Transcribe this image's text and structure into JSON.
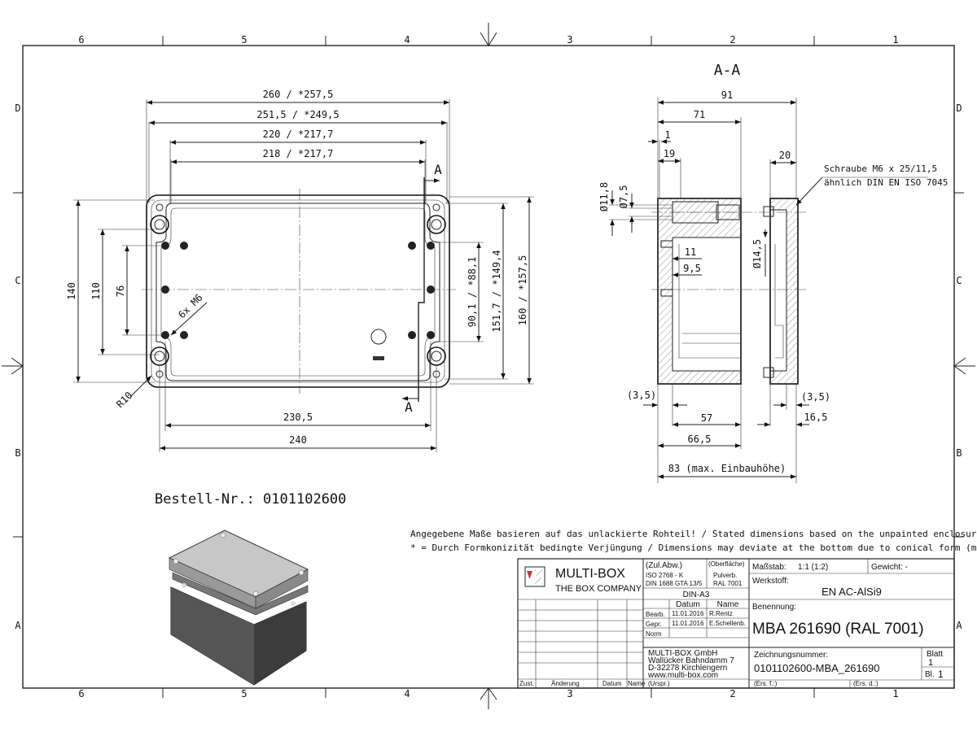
{
  "border": {
    "col_labels": [
      "6",
      "5",
      "4",
      "3",
      "2",
      "1"
    ],
    "row_labels": [
      "D",
      "C",
      "B",
      "A"
    ]
  },
  "section_label": "A-A",
  "section_markers": [
    "A",
    "A"
  ],
  "front_dims": {
    "w260": "260 / *257,5",
    "w251": "251,5 / *249,5",
    "w220": "220 / *217,7",
    "w218": "218 / *217,7",
    "w230": "230,5",
    "w240": "240",
    "h140": "140",
    "h110": "110",
    "h76": "76",
    "h90": "90,1 / *88,1",
    "h151": "151,7 / *149,4",
    "h160": "160 / *157,5",
    "holes": "6x M6",
    "radius": "R10"
  },
  "side_dims": {
    "d91": "91",
    "d71": "71",
    "d1": "1",
    "d19": "19",
    "d20": "20",
    "d11_8": "Ø11,8",
    "d7_5": "Ø7,5",
    "d14_5": "Ø14,5",
    "d11": "11",
    "d9_5": "9,5",
    "d3_5a": "(3,5)",
    "d3_5b": "(3,5)",
    "d16_5": "16,5",
    "d57": "57",
    "d66_5": "66,5",
    "d83": "83 (max. Einbauhöhe)",
    "screw_line1": "Schraube M6 x 25/11,5",
    "screw_line2": "ähnlich DIN EN ISO 7045"
  },
  "order_no": "Bestell-Nr.: 0101102600",
  "notes": {
    "line1": "Angegebene Maße basieren auf das unlackierte Rohteil! / Stated dimensions based on the unpainted enclosure!",
    "line2": "* = Durch Formkonizität bedingte Verjüngung / Dimensions may deviate at the bottom due to conical form (mold deforming)"
  },
  "title_block": {
    "logo_name": "MULTI-BOX",
    "logo_sub": "THE BOX COMPANY",
    "tol_head": "(Zul.Abw.)",
    "surface_head": "(Oberfläche)",
    "tol1": "ISO 2768 - K",
    "tol2": "DIN 1688 GTA 13/5",
    "surf1": "Pulverb.",
    "surf2": "RAL 7001",
    "format": "DIN-A3",
    "col_date": "Datum",
    "col_name": "Name",
    "bearb": "Bearb.",
    "bearb_date": "11.01.2016",
    "bearb_name": "R.Rentz",
    "gepr": "Gepr.",
    "gepr_date": "11.01.2016",
    "gepr_name": "E.Schellenb.",
    "norm": "Norm",
    "scale_label": "Maßstab:",
    "scale_value": "1:1  (1:2)",
    "weight_label": "Gewicht: -",
    "material_label": "Werkstoff:",
    "material_value": "EN AC-AlSi9",
    "name_label": "Benennung:",
    "name_value": "MBA 261690 (RAL 7001)",
    "company1": "MULTI-BOX GmbH",
    "company2": "Wallücker Bahndamm 7",
    "company3": "D-32278 Kirchlengern",
    "company4": "www.multi-box.com",
    "drawing_no_label": "Zeichnungsnummer:",
    "drawing_no": "0101102600-MBA_261690",
    "sheet_label": "Blatt",
    "sheet_value": "1",
    "sheets_label": "Bl.",
    "sheets_value": "1",
    "zust": "Zust.",
    "aenderung": "Änderung",
    "datum": "Datum",
    "name": "Name",
    "urspr": "(Urspr.)",
    "ers_f": "(Ers. f.:)",
    "ers_d": "(Ers. d.:)"
  }
}
